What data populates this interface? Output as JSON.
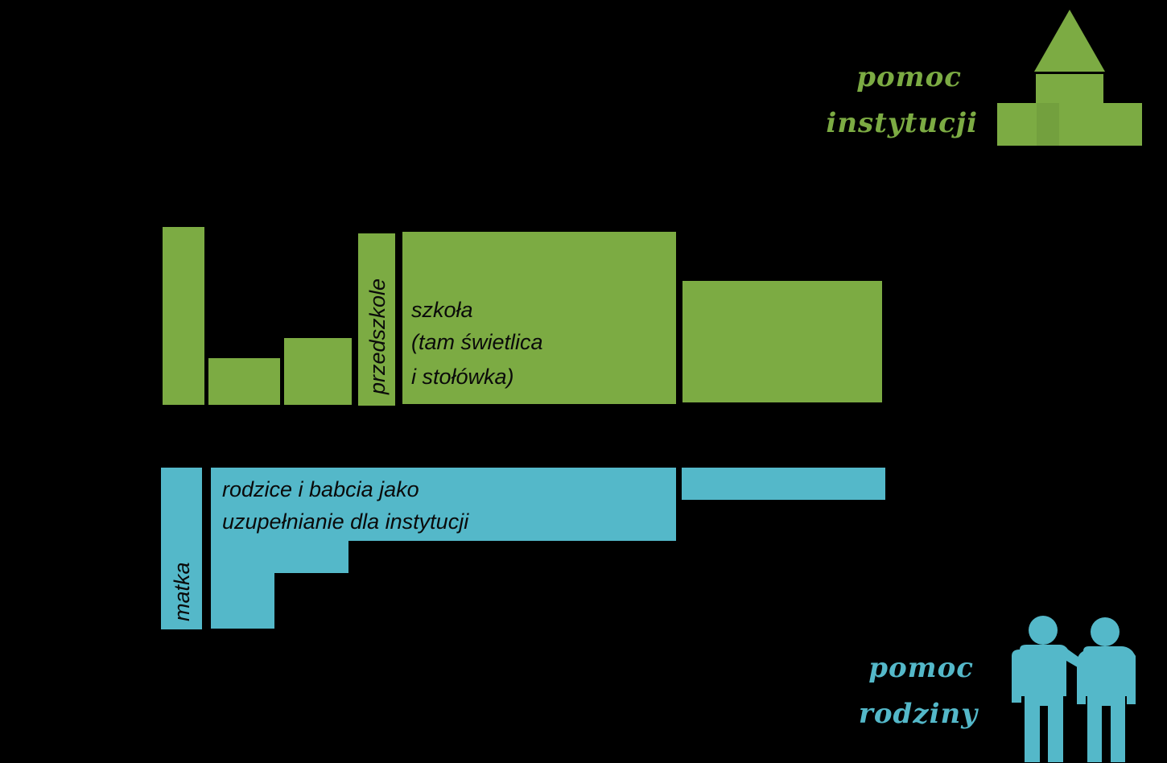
{
  "legend": {
    "institutional_line1": "pomoc",
    "institutional_line2": "instytucji",
    "family_line1": "pomoc",
    "family_line2": "rodziny"
  },
  "institutional": {
    "preschool_label": "przedszkole",
    "school_line1": "szkoła",
    "school_line2": "(tam świetlica",
    "school_line3": "i stołówka)"
  },
  "family": {
    "mother_label": "matka",
    "parents_line1": "rodzice i babcia jako",
    "parents_line2": "uzupełnianie dla instytucji"
  },
  "icons": {
    "institution": "institution-building-icon",
    "family": "two-people-icon"
  },
  "colors": {
    "institutional": "#7cab43",
    "family": "#54b8c9",
    "background": "#000000",
    "text": "#0a0a0a"
  }
}
